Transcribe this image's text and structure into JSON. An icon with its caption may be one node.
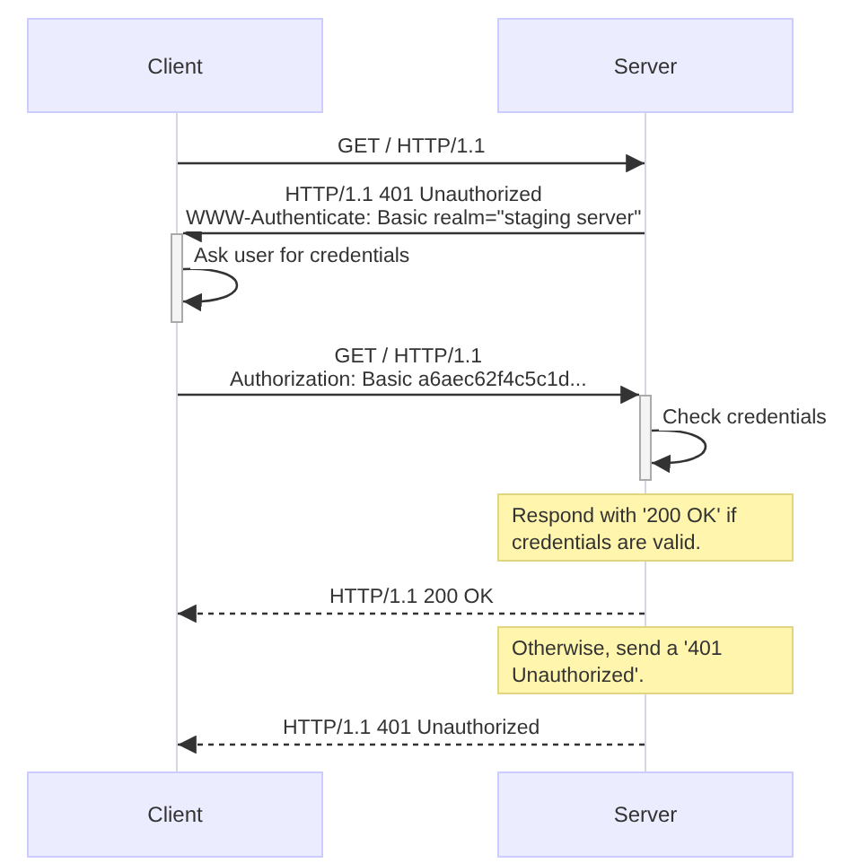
{
  "diagram": {
    "nodes": [
      {
        "text": [
          "Client"
        ]
      },
      {
        "text": [
          "Server"
        ]
      },
      {
        "text": [],
        "shape": "line"
      },
      {
        "text": [],
        "shape": "line"
      },
      {
        "text": [],
        "shape": "bar"
      },
      {
        "text": [],
        "shape": "bar"
      },
      {
        "text": [
          "Respond with '200 OK' if credentials are valid."
        ]
      },
      {
        "text": [
          "Otherwise, send a '401 Unauthorized'."
        ]
      },
      {
        "text": [
          "Client"
        ]
      },
      {
        "text": [
          "Server"
        ]
      }
    ],
    "edges": [
      {
        "from": 2,
        "to": 3,
        "arrow": "to",
        "label": "GET / HTTP/1.1"
      },
      {
        "from": 3,
        "to": 4,
        "arrow": "to",
        "label": "HTTP/1.1 401 Unauthorized WWW-Authenticate: Basic realm=\"staging server\""
      },
      {
        "from": 4,
        "to": 4,
        "arrow": "to",
        "label": "Ask user for credentials"
      },
      {
        "from": 2,
        "to": 5,
        "arrow": "to",
        "label": "GET / HTTP/1.1 Authorization: Basic a6aec62f4c5c1d..."
      },
      {
        "from": 5,
        "to": 5,
        "arrow": "to",
        "label": "Check credentials"
      },
      {
        "from": 3,
        "to": 2,
        "arrow": "to",
        "label": "HTTP/1.1 200 OK",
        "style": "dashed"
      },
      {
        "from": 3,
        "to": 2,
        "arrow": "to",
        "label": "HTTP/1.1 401 Unauthorized",
        "style": "dashed"
      }
    ]
  }
}
